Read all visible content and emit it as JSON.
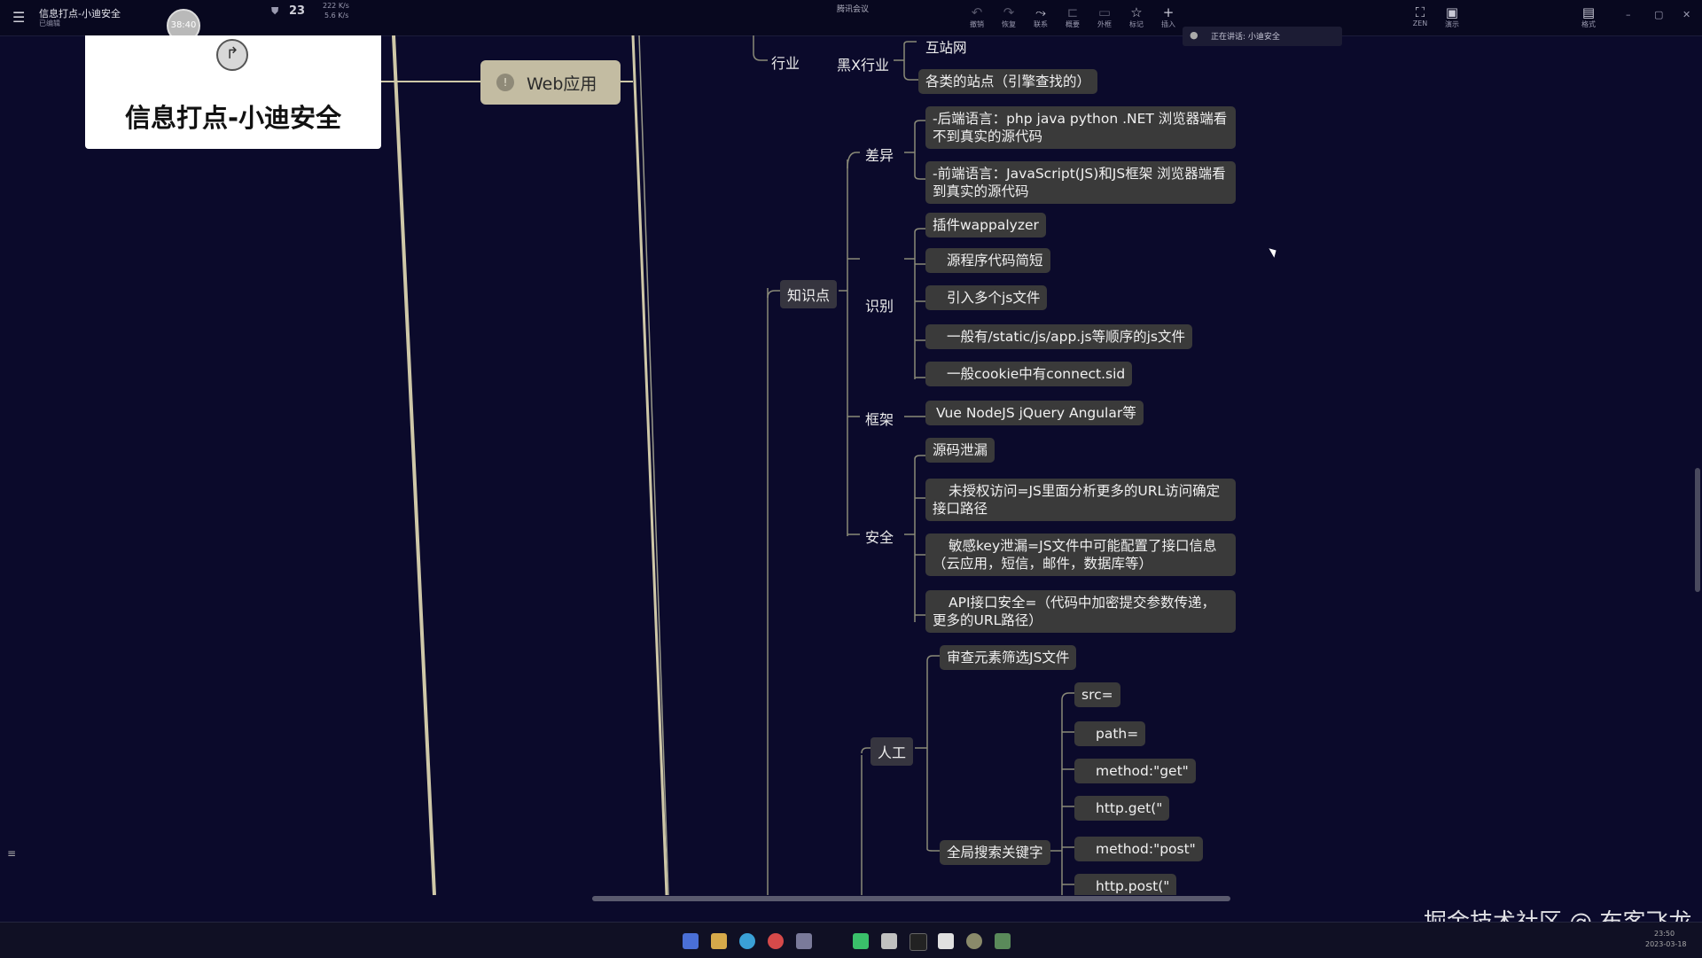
{
  "titlebar": {
    "doc_title": "信息打点-小迪安全",
    "doc_status": "已编辑",
    "timer": "38:40",
    "cpu_percent": "23",
    "net_up": "222 K/s",
    "net_down": "5.6 K/s",
    "meeting": "腾讯会议",
    "speaking": "正在讲话: 小迪安全",
    "tools": [
      {
        "icon": "undo-icon",
        "label": "撤销",
        "enabled": false
      },
      {
        "icon": "redo-icon",
        "label": "恢复",
        "enabled": false
      },
      {
        "icon": "link-icon",
        "label": "联系",
        "enabled": true
      },
      {
        "icon": "summary-icon",
        "label": "概要",
        "enabled": false
      },
      {
        "icon": "frame-icon",
        "label": "外框",
        "enabled": false
      },
      {
        "icon": "star-icon",
        "label": "标记",
        "enabled": true
      },
      {
        "icon": "plus-icon",
        "label": "插入",
        "enabled": true
      }
    ],
    "right_tools": [
      {
        "icon": "zen-icon",
        "label": "ZEN"
      },
      {
        "icon": "present-icon",
        "label": "演示"
      },
      {
        "icon": "format-icon",
        "label": "格式"
      }
    ]
  },
  "mindmap": {
    "title_card": "信息打点-小迪安全",
    "web_app_node": "Web应用",
    "industry": {
      "label": "行业",
      "sub": "黑X行业",
      "items": [
        "互站网",
        "各类的站点（引擎查找的）"
      ]
    },
    "knowledge": {
      "label": "知识点",
      "diff": {
        "label": "差异",
        "items": [
          "-后端语言：php java python .NET 浏览器端看不到真实的源代码",
          "-前端语言：JavaScript(JS)和JS框架 浏览器端看到真实的源代码"
        ]
      },
      "identify": {
        "label": "识别",
        "items": [
          "插件wappalyzer",
          "源程序代码简短",
          "引入多个js文件",
          "一般有/static/js/app.js等顺序的js文件",
          "一般cookie中有connect.sid"
        ]
      },
      "framework": {
        "label": "框架",
        "items": [
          "Vue NodeJS jQuery Angular等"
        ]
      },
      "security": {
        "label": "安全",
        "items": [
          "源码泄漏",
          "未授权访问=JS里面分析更多的URL访问确定接口路径",
          "敏感key泄漏=JS文件中可能配置了接口信息（云应用，短信，邮件，数据库等）",
          "API接口安全=（代码中加密提交参数传递，更多的URL路径）"
        ]
      }
    },
    "manual": {
      "label": "人工",
      "review": "审查元素筛选JS文件",
      "search": "全局搜索关键字",
      "keywords": [
        "src=",
        "path=",
        "method:\"get\"",
        "http.get(\"",
        "method:\"post\"",
        "http.post(\""
      ]
    }
  },
  "watermark": "掘金技术社区 @ 布客飞龙",
  "clock": {
    "time": "23:50",
    "date": "2023-03-18"
  },
  "colors": {
    "background": "#0b0a2b",
    "node": "#3a3a3a",
    "line": "#8a8a78",
    "branch": "#cfc8a8"
  }
}
